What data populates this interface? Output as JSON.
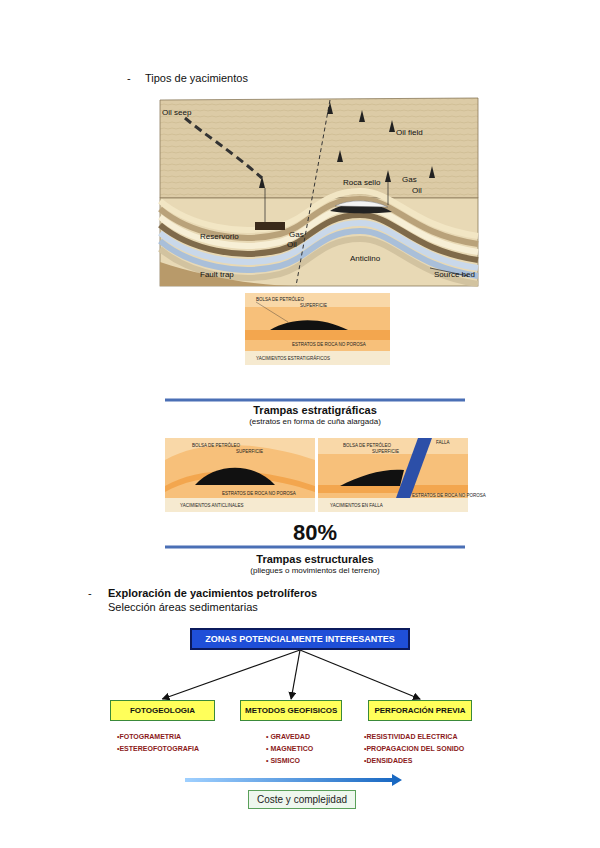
{
  "diagram": {
    "nodes": [
      {
        "text": [
          "ZONAS POTENCIALMENTE INTERESANTES"
        ]
      },
      {
        "text": [
          "FOTOGEOLOGIA"
        ]
      },
      {
        "text": [
          "METODOS GEOFISICOS"
        ]
      },
      {
        "text": [
          "PERFORACIÓN PREVIA"
        ]
      },
      {
        "text": [
          "Coste y complejidad"
        ]
      }
    ],
    "edges": [
      {
        "from": 0,
        "to": 1,
        "arrow": "to"
      },
      {
        "from": 0,
        "to": 2,
        "arrow": "to"
      },
      {
        "from": 0,
        "to": 3,
        "arrow": "to"
      }
    ],
    "labels": [
      "-",
      "Tipos de yacimientos",
      "Oil seep",
      "Oil field",
      "Gas",
      "Oil",
      "Roca sello",
      "Reservorio",
      "Gas",
      "Oil",
      "Anticlino",
      "Fault trap",
      "Source bed",
      "BOLSA DE PETRÓLEO",
      "SUPERFICIE",
      "ESTRATOS DE ROCA NO POROSA",
      "YACIMIENTOS ESTRATIGRÁFICOS",
      "Trampas estratigráficas",
      "(estratos en forma de cuña alargada)",
      "BOLSA DE PETRÓLEO",
      "SUPERFICIE",
      "ESTRATOS DE ROCA NO POROSA",
      "YACIMIENTOS ANTICLINALES",
      "BOLSA DE PETRÓLEO",
      "SUPERFICIE",
      "FALLA",
      "ESTRATOS DE ROCA NO POROSA",
      "YACIMIENTOS EN FALLA",
      "80%",
      "Trampas estructurales",
      "(pliegues o movimientos del terreno)",
      "-",
      "Exploración de yacimientos petrolíferos",
      "Selección áreas sedimentarias",
      "•FOTOGRAMETRIA",
      "•ESTEREOFOTOGRAFIA",
      "• GRAVEDAD",
      "• MAGNETICO",
      "• SISMICO",
      "•RESISTIVIDAD ELECTRICA",
      "•PROPAGACION DEL SONIDO",
      "•DENSIDADES"
    ]
  }
}
